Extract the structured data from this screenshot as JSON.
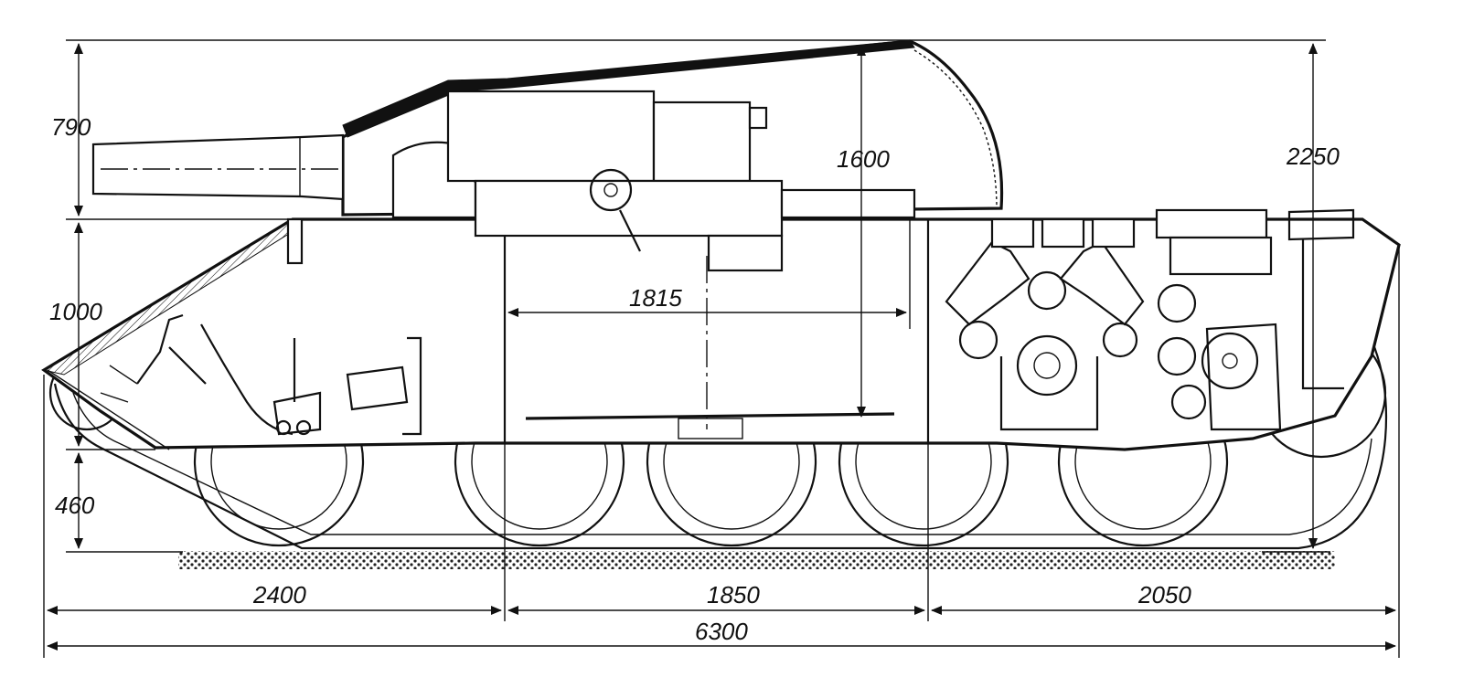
{
  "dimensions": {
    "gun_height": "790",
    "hull_height": "1000",
    "ground_clearance": "460",
    "turret_to_floor": "1600",
    "total_height": "2250",
    "fighting_compartment_width": "1815",
    "front_section_length": "2400",
    "middle_section_length": "1850",
    "engine_section_length": "2050",
    "total_length": "6300"
  }
}
